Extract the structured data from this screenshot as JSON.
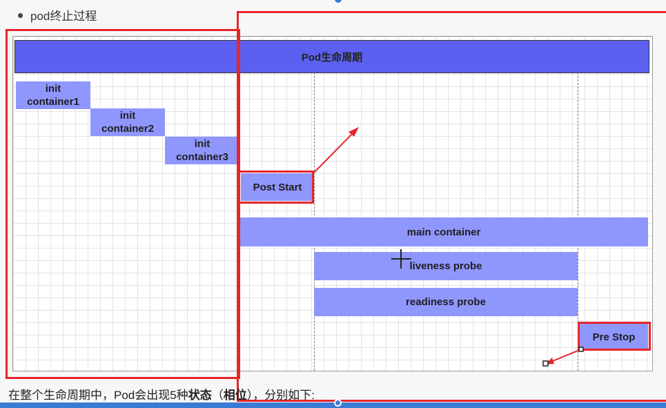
{
  "bullet": {
    "text": "pod终止过程"
  },
  "diagram": {
    "title": "Pod生命周期",
    "init_containers": [
      {
        "line1": "init",
        "line2": "container1"
      },
      {
        "line1": "init",
        "line2": "container2"
      },
      {
        "line1": "init",
        "line2": "container3"
      }
    ],
    "post_start": "Post Start",
    "main_container": "main container",
    "liveness_probe": "liveness probe",
    "readiness_probe": "readiness probe",
    "pre_stop": "Pre Stop"
  },
  "footer": {
    "prefix": "在整个生命周期中，Pod会出现5种",
    "bold1": "状态",
    "paren_open": "（",
    "bold2": "相位",
    "suffix": "），分别如下:"
  },
  "colors": {
    "header": "#5b60f0",
    "block": "#8f96fc",
    "annotation": "#e8252a",
    "accent": "#3a7bd5"
  }
}
